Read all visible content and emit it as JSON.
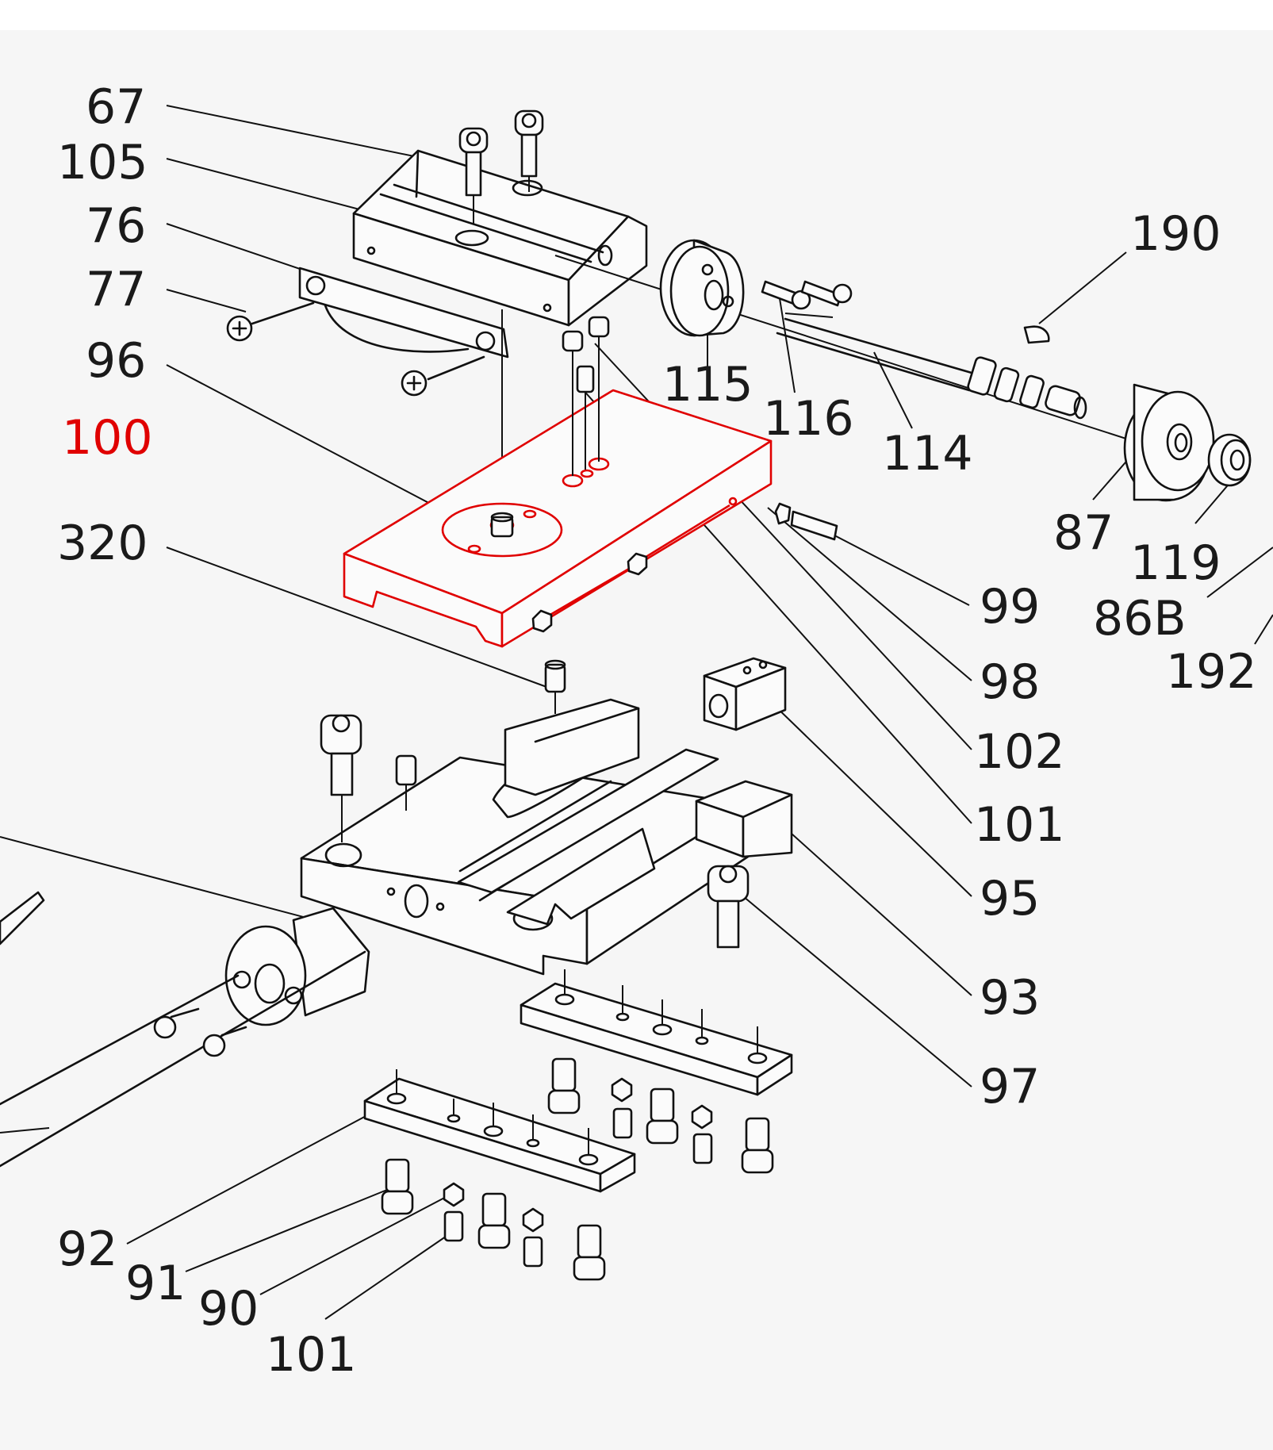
{
  "colors": {
    "background": "#f6f6f6",
    "line": "#111111",
    "highlight": "#e00000"
  },
  "highlighted_part": "100",
  "labels": {
    "p67": "67",
    "p105": "105",
    "p76": "76",
    "p77": "77",
    "p96": "96",
    "p100": "100",
    "p320": "320",
    "p115": "115",
    "p116": "116",
    "p114": "114",
    "p190": "190",
    "p87": "87",
    "p119": "119",
    "p86B": "86B",
    "p192": "192",
    "p99": "99",
    "p98": "98",
    "p102": "102",
    "p101a": "101",
    "p95": "95",
    "p93": "93",
    "p97": "97",
    "p92": "92",
    "p91": "91",
    "p90": "90",
    "p101b": "101"
  }
}
